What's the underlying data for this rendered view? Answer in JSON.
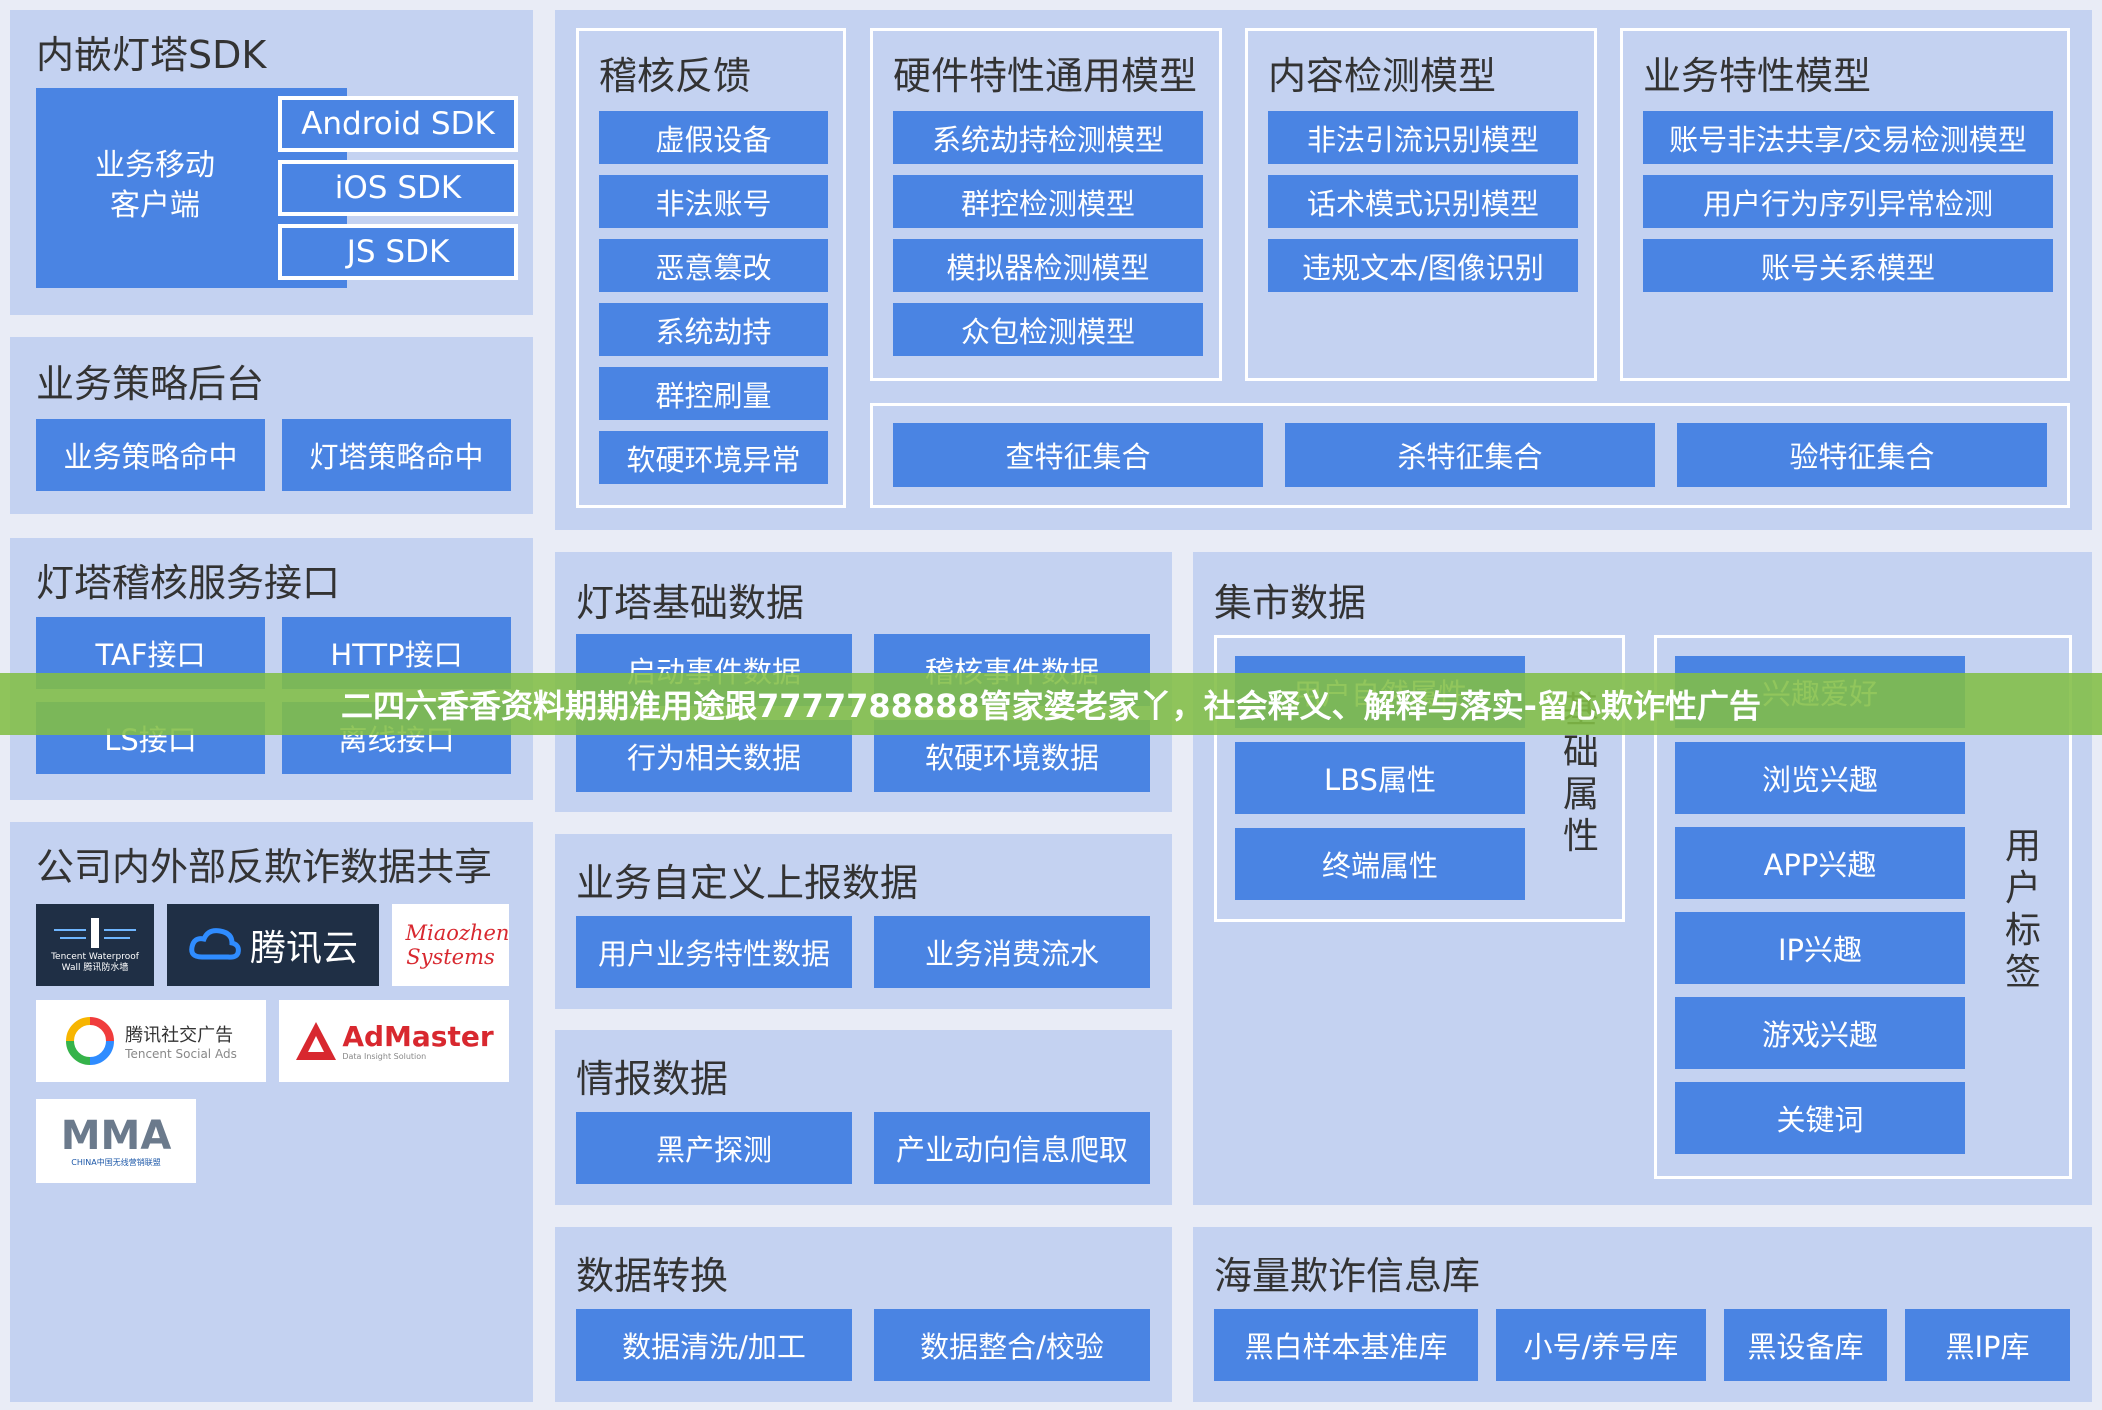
{
  "sdk": {
    "title": "内嵌灯塔SDK",
    "client_label": "业务移动\n客户端",
    "items": [
      "Android SDK",
      "iOS SDK",
      "JS SDK"
    ]
  },
  "strategy": {
    "title": "业务策略后台",
    "items": [
      "业务策略命中",
      "灯塔策略命中"
    ]
  },
  "interface": {
    "title": "灯塔稽核服务接口",
    "items": [
      "TAF接口",
      "HTTP接口",
      "LS接口",
      "离线接口"
    ]
  },
  "sharing": {
    "title": "公司内外部反欺诈数据共享",
    "logos": {
      "waterproof": "Tencent Waterproof Wall 腾讯防水墙",
      "tencent_cloud": "腾讯云",
      "miaozhen": "Miaozhen Systems",
      "social_ads_cn": "腾讯社交广告",
      "social_ads_en": "Tencent Social Ads",
      "admaster": "AdMaster",
      "admaster_sub": "Data Insight Solution",
      "mma": "MMA",
      "mma_sub": "CHINA中国无线营销联盟"
    }
  },
  "audit": {
    "title": "稽核反馈",
    "items": [
      "虚假设备",
      "非法账号",
      "恶意篡改",
      "系统劫持",
      "群控刷量",
      "软硬环境异常"
    ]
  },
  "hardware": {
    "title": "硬件特性通用模型",
    "items": [
      "系统劫持检测模型",
      "群控检测模型",
      "模拟器检测模型",
      "众包检测模型"
    ]
  },
  "content": {
    "title": "内容检测模型",
    "items": [
      "非法引流识别模型",
      "话术模式识别模型",
      "违规文本/图像识别"
    ]
  },
  "business_model": {
    "title": "业务特性模型",
    "items": [
      "账号非法共享/交易检测模型",
      "用户行为序列异常检测",
      "账号关系模型"
    ]
  },
  "features": {
    "items": [
      "查特征集合",
      "杀特征集合",
      "验特征集合"
    ]
  },
  "base_data": {
    "title": "灯塔基础数据",
    "items": [
      "启动事件数据",
      "稽核事件数据",
      "行为相关数据",
      "软硬环境数据"
    ]
  },
  "market": {
    "title": "集市数据",
    "basic_items": [
      "用户自然属性",
      "LBS属性",
      "终端属性"
    ],
    "basic_label": "基础属性",
    "user_items": [
      "兴趣爱好",
      "浏览兴趣",
      "APP兴趣",
      "IP兴趣",
      "游戏兴趣",
      "关键词"
    ],
    "user_label": "用户标签"
  },
  "custom": {
    "title": "业务自定义上报数据",
    "items": [
      "用户业务特性数据",
      "业务消费流水"
    ]
  },
  "intel": {
    "title": "情报数据",
    "items": [
      "黑产探测",
      "产业动向信息爬取"
    ]
  },
  "convert": {
    "title": "数据转换",
    "items": [
      "数据清洗/加工",
      "数据整合/校验"
    ]
  },
  "fraud_db": {
    "title": "海量欺诈信息库",
    "items": [
      "黑白样本基准库",
      "小号/养号库",
      "黑设备库",
      "黑IP库"
    ]
  },
  "banner": {
    "text": "二四六香香资料期期准用途跟7777788888管家婆老家丫，社会释义、解释与落实-留心欺诈性广告"
  },
  "colors": {
    "background": "#e9ecf6",
    "panel": "#c4d2f1",
    "button": "#4a84e3",
    "banner": "#82be46"
  }
}
